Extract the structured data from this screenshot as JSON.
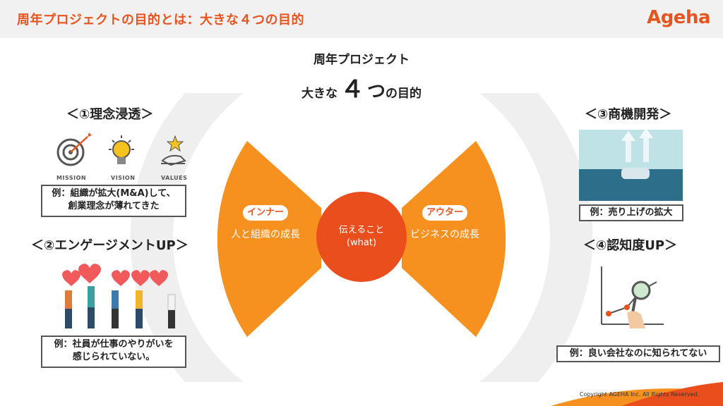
{
  "header": {
    "title": "周年プロジェクトの目的とは：大きな４つの目的",
    "logo": "Ageha"
  },
  "center": {
    "line1": "周年プロジェクト",
    "line2_pre": "大きな",
    "line2_num": "４",
    "line2_tsu": "つ",
    "line2_post": "の目的"
  },
  "diagram": {
    "left_pill": "インナー",
    "left_text": "人と組織の成長",
    "right_pill": "アウター",
    "right_text": "ビジネスの成長",
    "core_line1": "伝えること",
    "core_line2": "(what)"
  },
  "section1": {
    "title": "＜①理念浸透＞",
    "icons": [
      "MISSION",
      "VISION",
      "VALUES"
    ],
    "caption_line1": "例：組織が拡大(M&A)して、",
    "caption_line2": "創業理念が薄れてきた"
  },
  "section2": {
    "title": "＜②エンゲージメントUP＞",
    "caption_line1": "例：社員が仕事のやりがいを",
    "caption_line2": "感じられていない。"
  },
  "section3": {
    "title": "＜③商機開発＞",
    "caption": "例：売り上げの拡大"
  },
  "section4": {
    "title": "＜④認知度UP＞",
    "caption": "例：良い会社なのに知られてない"
  },
  "footer": {
    "copyright": "Copyright AGEHA Inc. All Rights Reserved."
  },
  "colors": {
    "orange": "#f6901e",
    "core": "#ea4e1d",
    "brand": "#e8541e",
    "gray": "#efefef"
  }
}
